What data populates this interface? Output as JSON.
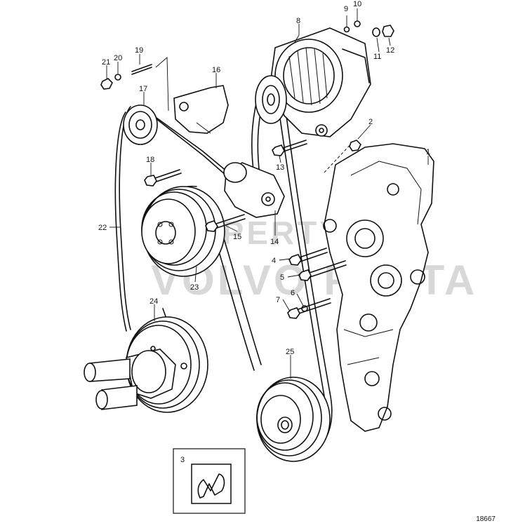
{
  "drawing_number": "18667",
  "watermark": {
    "line1": "PROPERTY OF",
    "line2": "VOLVO PENTA"
  },
  "inset_label": "3",
  "callouts": [
    "1",
    "2",
    "3",
    "4",
    "5",
    "6",
    "7",
    "8",
    "9",
    "10",
    "11",
    "12",
    "13",
    "14",
    "15",
    "16",
    "17",
    "18",
    "19",
    "20",
    "21",
    "22",
    "23",
    "24",
    "25"
  ]
}
